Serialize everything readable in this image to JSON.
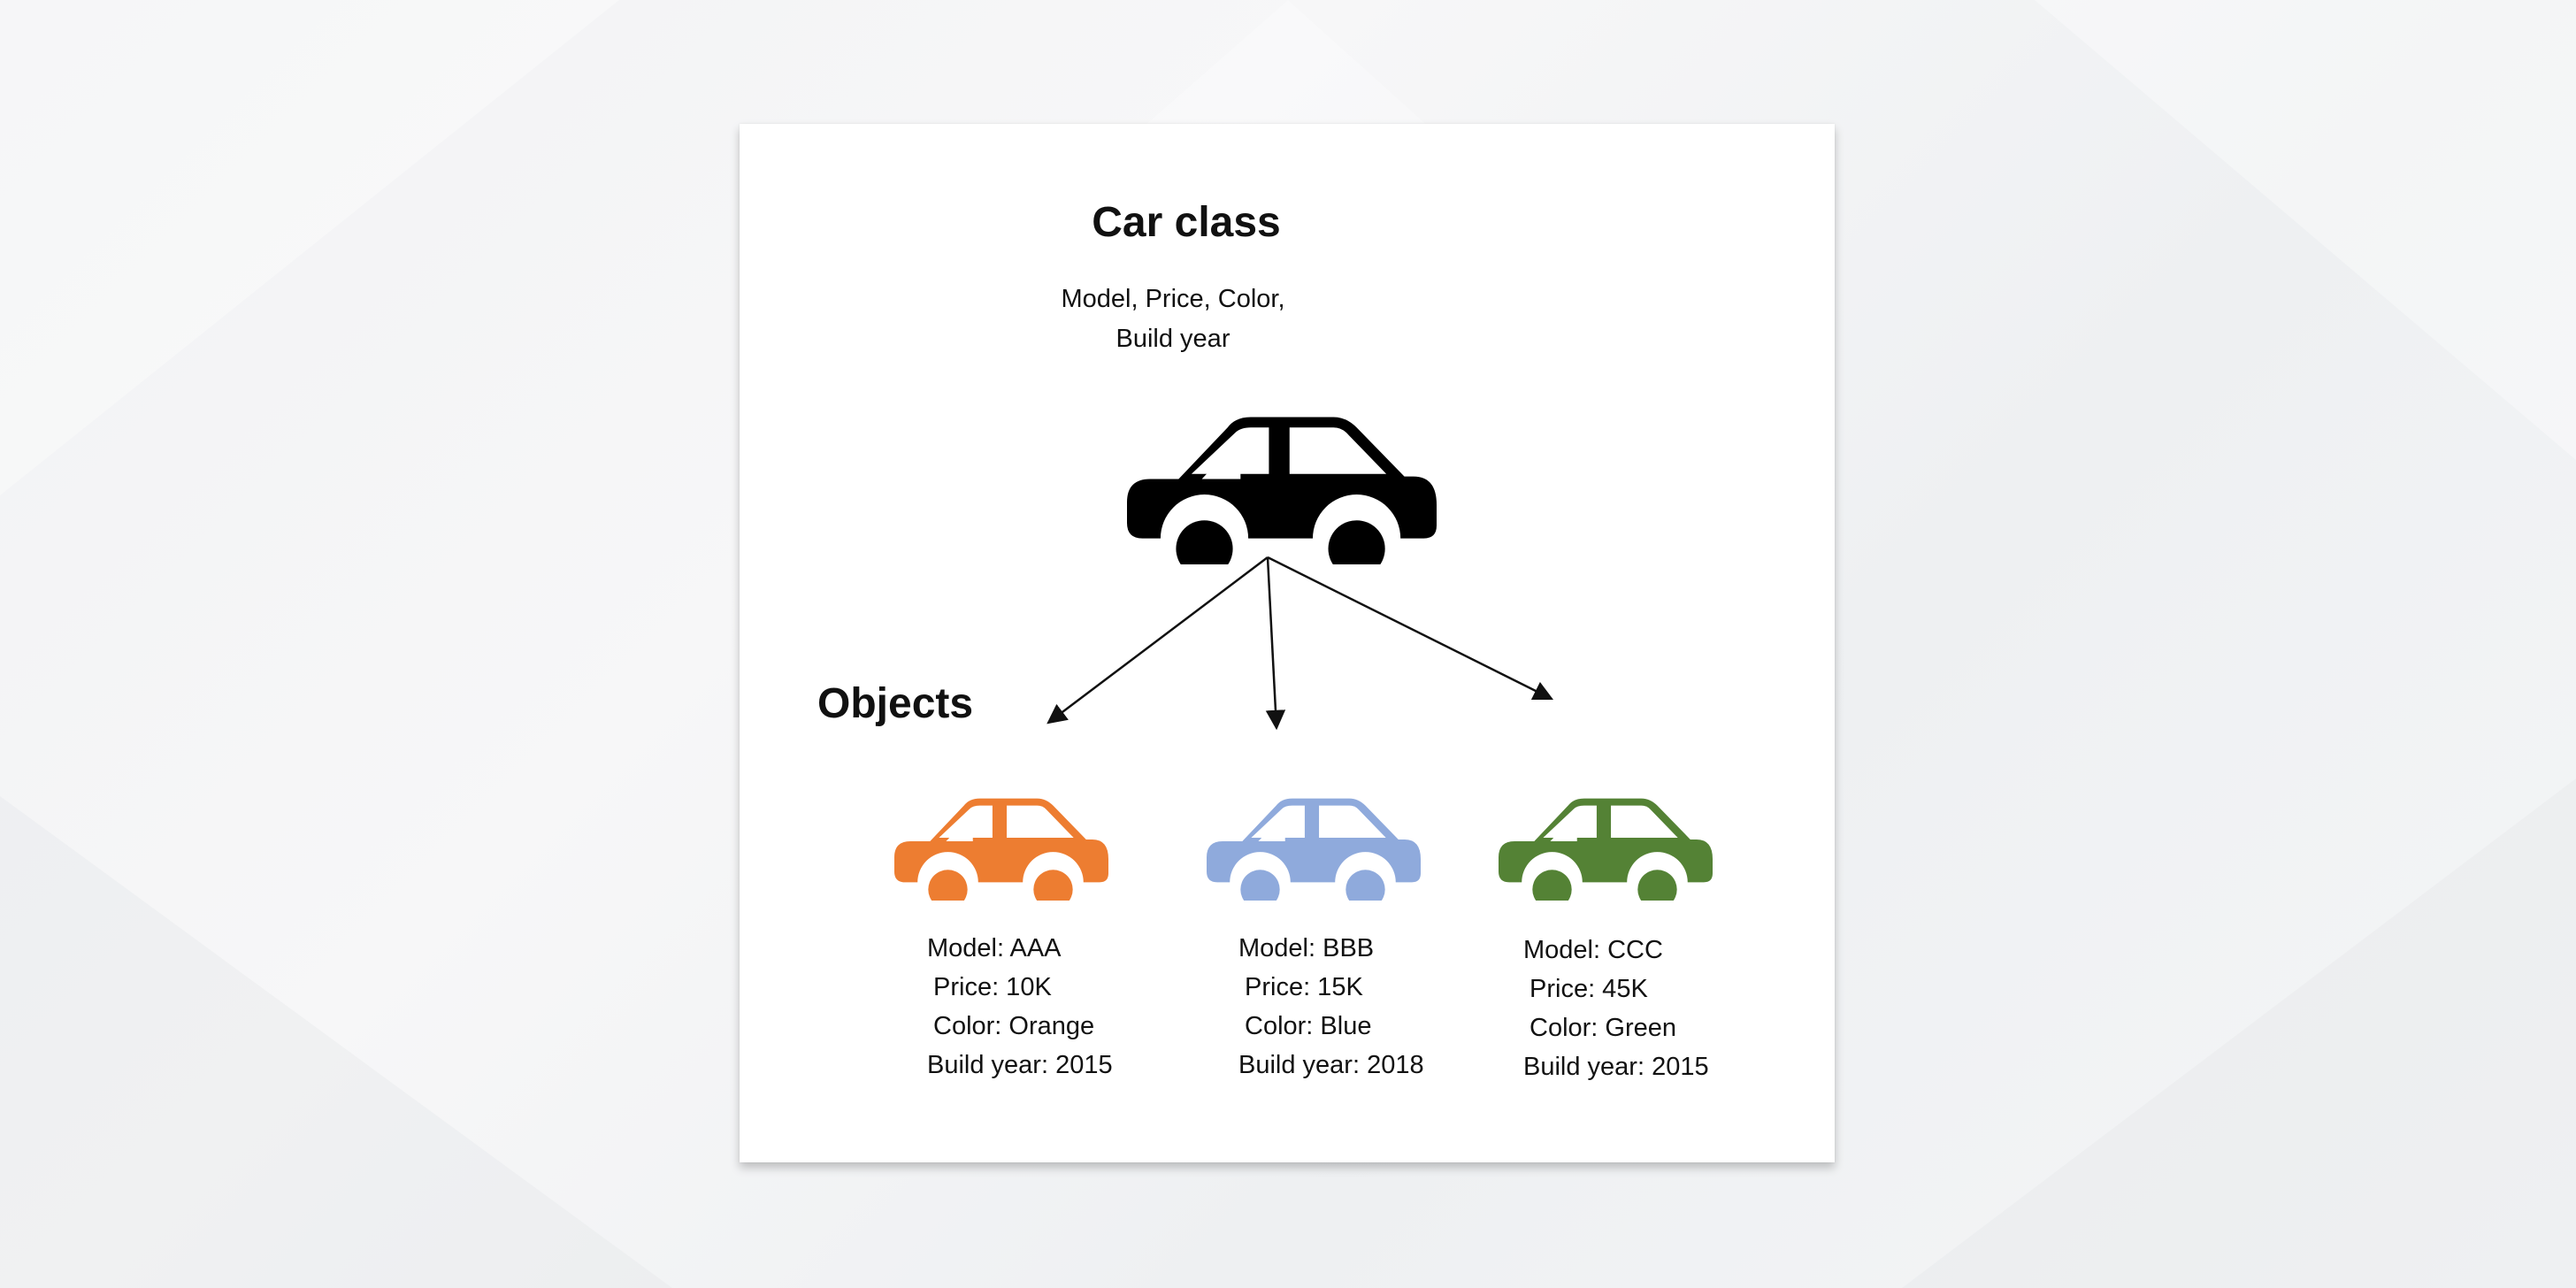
{
  "diagram": {
    "title": "Car class",
    "class_attributes": "Model, Price, Color, Build year",
    "objects_label": "Objects",
    "class_icon": {
      "icon": "car-icon",
      "color": "#000000"
    },
    "objects": [
      {
        "icon": "car-icon",
        "color": "#ED7D31",
        "lines": {
          "model": "Model: AAA",
          "price": "Price: 10K",
          "color": "Color: Orange",
          "build_year": "Build year: 2015"
        }
      },
      {
        "icon": "car-icon",
        "color": "#8FAADC",
        "lines": {
          "model": "Model: BBB",
          "price": "Price: 15K",
          "color": "Color: Blue",
          "build_year": "Build year: 2018"
        }
      },
      {
        "icon": "car-icon",
        "color": "#548235",
        "lines": {
          "model": "Model: CCC",
          "price": "Price: 45K",
          "color": "Color: Green",
          "build_year": "Build year: 2015"
        }
      }
    ]
  }
}
